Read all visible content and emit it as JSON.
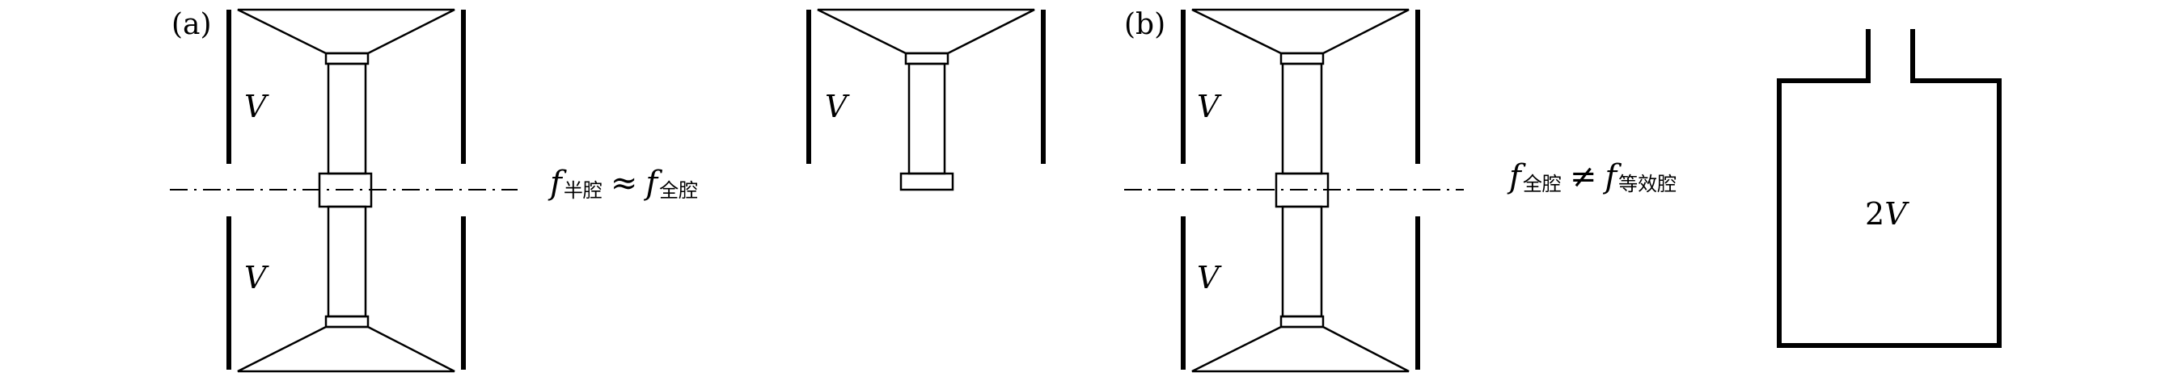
{
  "panels": {
    "a": {
      "label": "(a)",
      "volume_top": "V",
      "volume_bottom": "V",
      "half_volume": "V",
      "relation": {
        "f1": "f",
        "sub1": "半腔",
        "op": "≈",
        "f2": "f",
        "sub2": "全腔"
      }
    },
    "b": {
      "label": "(b)",
      "volume_top": "V",
      "volume_bottom": "V",
      "relation": {
        "f1": "f",
        "sub1": "全腔",
        "op": "≠",
        "f2": "f",
        "sub2": "等效腔"
      },
      "equivalent_volume": {
        "coef": "2",
        "var": "V"
      }
    }
  },
  "colors": {
    "stroke": "#000000",
    "background": "#ffffff"
  }
}
